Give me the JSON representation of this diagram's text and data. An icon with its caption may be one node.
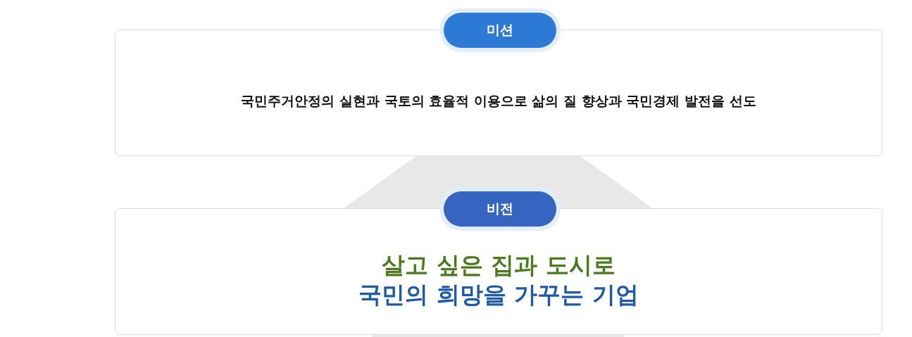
{
  "diagram": {
    "nodes": [
      {
        "text": [
          "미션",
          "국민주거안정의 실현과 국토의 효율적 이용으로 삶의 질 향상과 국민경제 발전을 선도"
        ]
      },
      {
        "text": [
          "비전",
          "살고 싶은 집과 도시로",
          "국민의 희망을 가꾸는 기업"
        ]
      }
    ],
    "edges": []
  }
}
